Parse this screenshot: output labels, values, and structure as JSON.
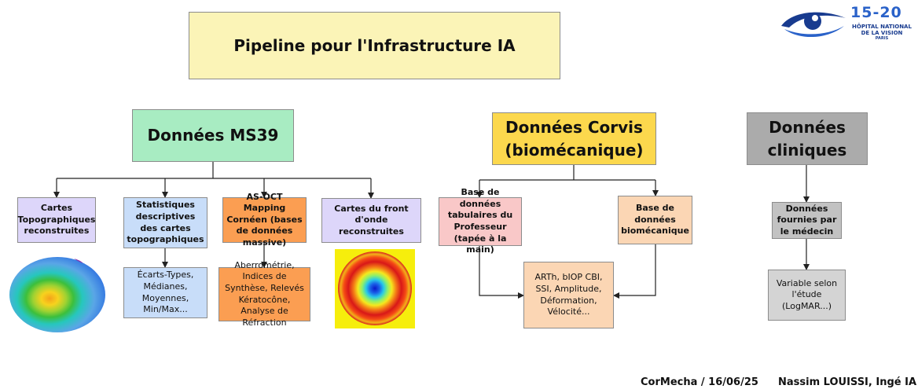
{
  "title": "Pipeline pour l'Infrastructure IA",
  "logo": {
    "number": "15-20",
    "line1": "HÔPITAL NATIONAL",
    "line2": "DE LA VISION",
    "line3": "PARIS"
  },
  "ms39": {
    "header": "Données MS39",
    "items": [
      {
        "label": "Cartes Topographiques reconstruites"
      },
      {
        "label": "Statistiques descriptives des cartes topographiques",
        "child": "Écarts-Types, Médianes, Moyennes, Min/Max..."
      },
      {
        "label": "AS-OCT Mapping Cornéen (bases de données massive)",
        "child": "Aberrométrie, Indices de Synthèse, Relevés Kératocône, Analyse de Réfraction"
      },
      {
        "label": "Cartes du front d'onde reconstruites"
      }
    ]
  },
  "corvis": {
    "header_line1": "Données Corvis",
    "header_line2": "(biomécanique)",
    "left": "Base de données tabulaires du Professeur (tapée à la main)",
    "right": "Base de données biomécanique",
    "merged": "ARTh, bIOP CBI, SSI, Amplitude, Déformation, Vélocité..."
  },
  "clinical": {
    "header_line1": "Données",
    "header_line2": "cliniques",
    "item": "Données fournies par le médecin",
    "child": "Variable selon l'étude (LogMAR...)"
  },
  "footer": {
    "left": "CorMecha / 16/06/25",
    "right": "Nassim LOUISSI, Ingé IA"
  },
  "colors": {
    "title_bg": "#fbf4b7",
    "ms39_bg": "#a8ecc2",
    "lavender": "#ddd6fa",
    "blue_light": "#c8ddf9",
    "orange": "#fb9e52",
    "corvis_bg": "#fcd84d",
    "pink": "#f9c8c8",
    "peach": "#fbd6b4",
    "gray_dark": "#ababab",
    "gray_mid": "#c2c2c2",
    "gray_light": "#d4d4d4",
    "logo_blue": "#2a62c9"
  }
}
